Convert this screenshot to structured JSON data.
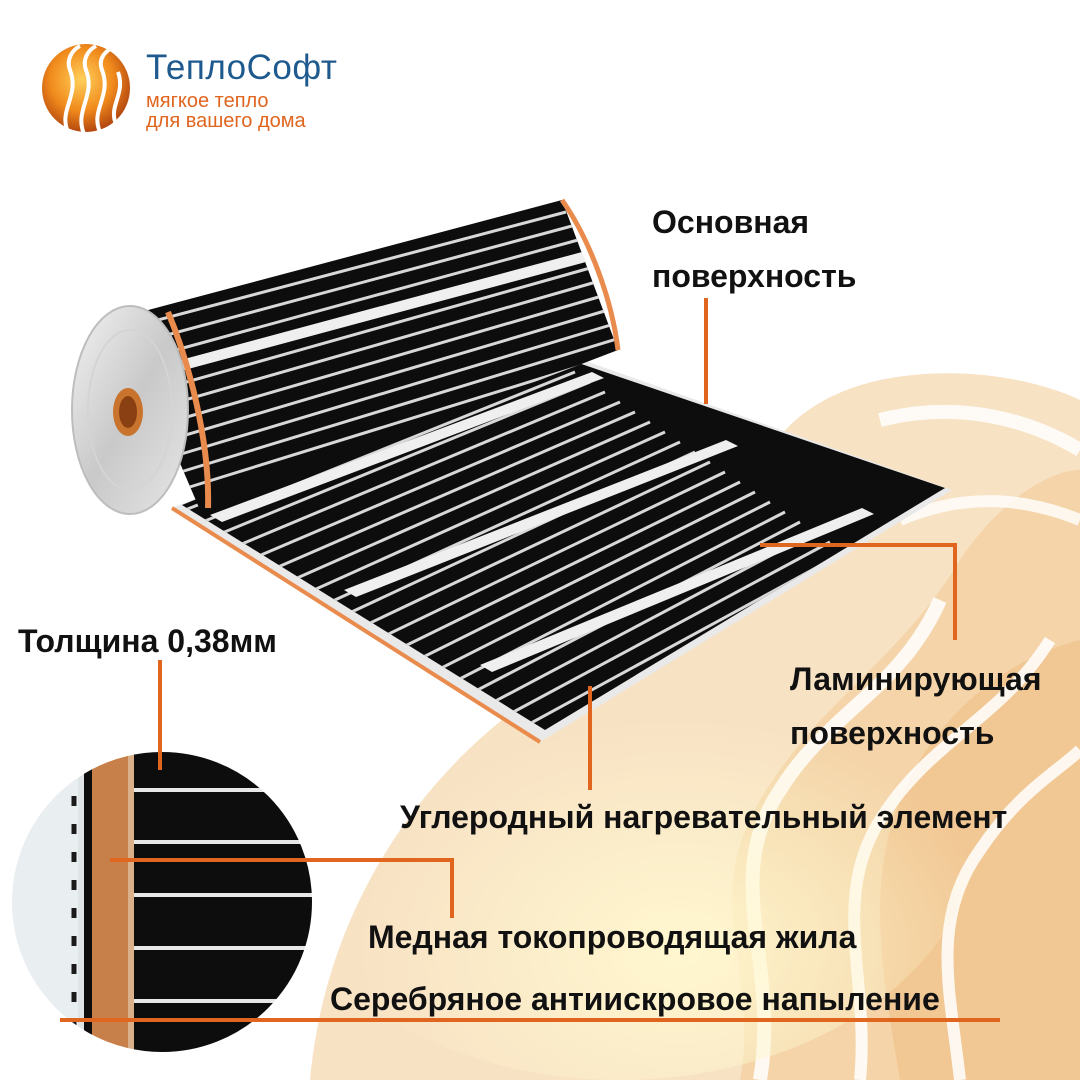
{
  "brand": {
    "name": "ТеплоСофт",
    "tagline_line1": "мягкое тепло",
    "tagline_line2": "для вашего дома",
    "logo_icon": "warm-waves-sun-logo"
  },
  "labels": {
    "main_surface_line1": "Основная",
    "main_surface_line2": "поверхность",
    "laminating_surface_line1": "Ламинирующая",
    "laminating_surface_line2": "поверхность",
    "thickness": "Толщина 0,38мм",
    "carbon_element": "Углеродный нагревательный элемент",
    "copper_core": "Медная токопроводящая жила",
    "silver_coating": "Серебряное антиискровое напыление"
  },
  "colors": {
    "accent_orange": "#e0651f",
    "brand_blue": "#1f5a8f",
    "film_black": "#0d0d0d",
    "copper": "#c8804a",
    "warm_background": "#f6d9b3"
  }
}
